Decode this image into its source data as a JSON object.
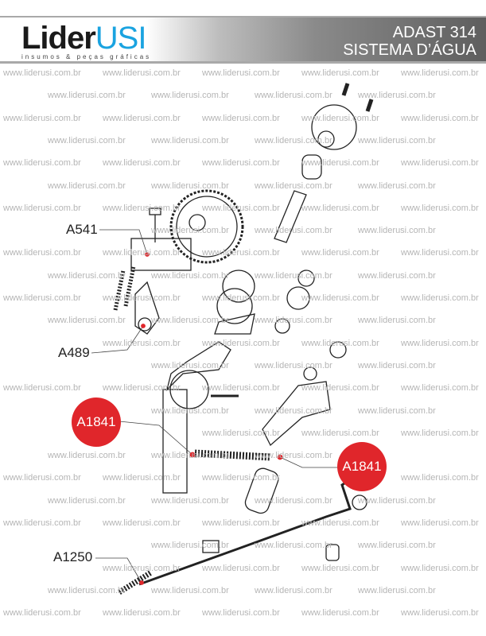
{
  "header": {
    "logo_primary": "Lider",
    "logo_accent": "USI",
    "logo_tagline": "insumos & peças gráficas",
    "title_line1": "ADAST 314",
    "title_line2": "SISTEMA D’ÁGUA"
  },
  "watermark": "www.liderusi.com.br",
  "callouts": [
    {
      "id": "A541",
      "label": "A541"
    },
    {
      "id": "A489",
      "label": "A489"
    },
    {
      "id": "A1841-left",
      "label": "A1841"
    },
    {
      "id": "A1841-right",
      "label": "A1841"
    },
    {
      "id": "A1250",
      "label": "A1250"
    }
  ],
  "colors": {
    "accent": "#1aa3e0",
    "badge": "#e0262b",
    "leader": "#e0262b"
  }
}
